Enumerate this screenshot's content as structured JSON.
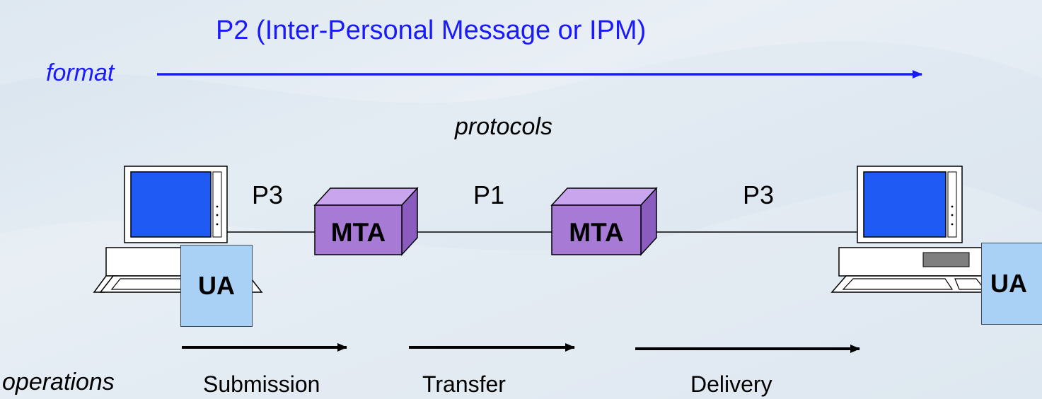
{
  "title": "P2 (Inter-Personal Message or IPM)",
  "format_label": "format",
  "protocols_label": "protocols",
  "protocol_labels": {
    "left": "P3",
    "middle": "P1",
    "right": "P3"
  },
  "nodes": {
    "ua_left": "UA",
    "mta_left": "MTA",
    "mta_right": "MTA",
    "ua_right": "UA"
  },
  "operations_label": "operations",
  "operations": {
    "submission": "Submission",
    "transfer": "Transfer",
    "delivery": "Delivery"
  },
  "colors": {
    "title": "#1a1aff",
    "mta": "#a77ad6",
    "ua": "#a9d0f5",
    "screen": "#1f5af5"
  }
}
